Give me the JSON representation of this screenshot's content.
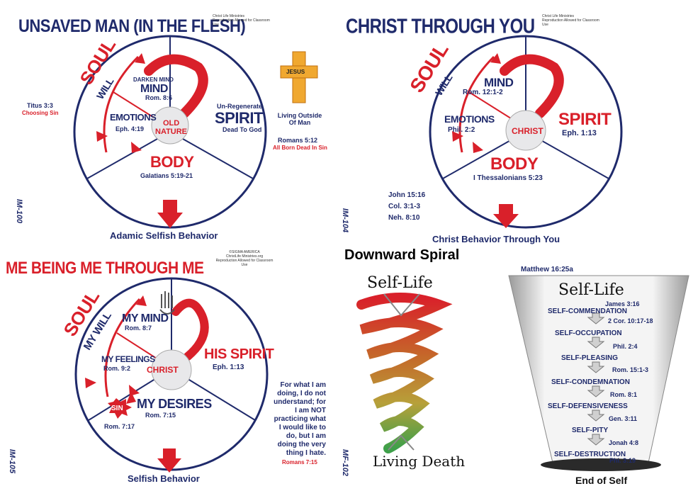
{
  "colors": {
    "navy": "#1f2a6b",
    "red": "#d9202a",
    "gold": "#d8921a",
    "paper": "#ffffff"
  },
  "copyright": "Christ Life Ministries\nReproduction Allowed for Classroom Use",
  "copyright_sigma": "©SIGMA AMERICA\nChristLife Ministries.org\nReproduction Allowed for Classroom Use",
  "panel1": {
    "title": "UNSAVED MAN (IN THE FLESH)",
    "soul": "SOUL",
    "will": "WILL",
    "darken": "DARKEN MIND",
    "mind": "MIND",
    "mind_ref": "Rom. 8:6",
    "emotions": "EMOTIONS",
    "emotions_ref": "Eph. 4:19",
    "center_line1": "OLD",
    "center_line2": "NATURE",
    "spirit_pre": "Un-Regenerate",
    "spirit": "SPIRIT",
    "spirit_sub": "Dead To God",
    "body": "BODY",
    "body_ref": "Galatians 5:19-21",
    "titus_ref": "Titus 3:3",
    "titus_text": "Choosing Sin",
    "jesus": "JESUS",
    "living_outside": "Living Outside Of Man",
    "romans_ref": "Romans 5:12",
    "romans_text": "All Born Dead In Sin",
    "code": "IM-100",
    "behavior": "Adamic Selfish Behavior"
  },
  "panel2": {
    "title": "CHRIST THROUGH YOU",
    "soul": "SOUL",
    "will": "WILL",
    "mind": "MIND",
    "mind_ref": "Rom. 12:1-2",
    "emotions": "EMOTIONS",
    "emotions_ref": "Phil. 2:2",
    "center": "CHRIST",
    "spirit": "SPIRIT",
    "spirit_ref": "Eph. 1:13",
    "body": "BODY",
    "body_ref": "I Thessalonians 5:23",
    "refs": [
      "John 15:16",
      "Col. 3:1-3",
      "Neh. 8:10"
    ],
    "code": "IM-104",
    "behavior": "Christ Behavior Through You"
  },
  "panel3": {
    "title": "ME BEING ME THROUGH ME",
    "soul": "SOUL",
    "will": "MY WILL",
    "mind": "MY MIND",
    "mind_ref": "Rom. 8:7",
    "feelings": "MY FEELINGS",
    "feelings_ref": "Rom. 9:2",
    "center": "CHRIST",
    "spirit": "HIS SPIRIT",
    "spirit_ref": "Eph. 1:13",
    "desires": "MY DESIRES",
    "desires_ref": "Rom. 7:15",
    "sin": "SIN",
    "sin_ref": "Rom. 7:17",
    "quote": [
      "For what I am",
      "doing, I do not",
      "understand; for",
      "I am NOT",
      "practicing what",
      "I would like to",
      "do, but I am",
      "doing the very",
      "thing I hate."
    ],
    "quote_ref": "Romans 7:15",
    "code": "IM-105",
    "behavior": "Selfish Behavior"
  },
  "panel4": {
    "title": "Downward Spiral",
    "spiral_top": "Self-Life",
    "spiral_bottom": "Living Death",
    "code": "MF-102",
    "matthew": "Matthew 16:25a",
    "funnel_title": "Self-Life",
    "steps": [
      {
        "label": "SELF-COMMENDATION",
        "ref_top": "James 3:16",
        "ref": "2 Cor. 10:17-18"
      },
      {
        "label": "SELF-OCCUPATION",
        "ref": "Phil. 2:4"
      },
      {
        "label": "SELF-PLEASING",
        "ref": "Rom. 15:1-3"
      },
      {
        "label": "SELF-CONDEMNATION",
        "ref": "Rom. 8:1"
      },
      {
        "label": "SELF-DEFENSIVENESS",
        "ref": "Gen. 3:11"
      },
      {
        "label": "SELF-PITY",
        "ref": "Jonah 4:8"
      },
      {
        "label": "SELF-DESTRUCTION",
        "ref": "Phi. 3:19"
      }
    ],
    "end": "End of Self"
  }
}
